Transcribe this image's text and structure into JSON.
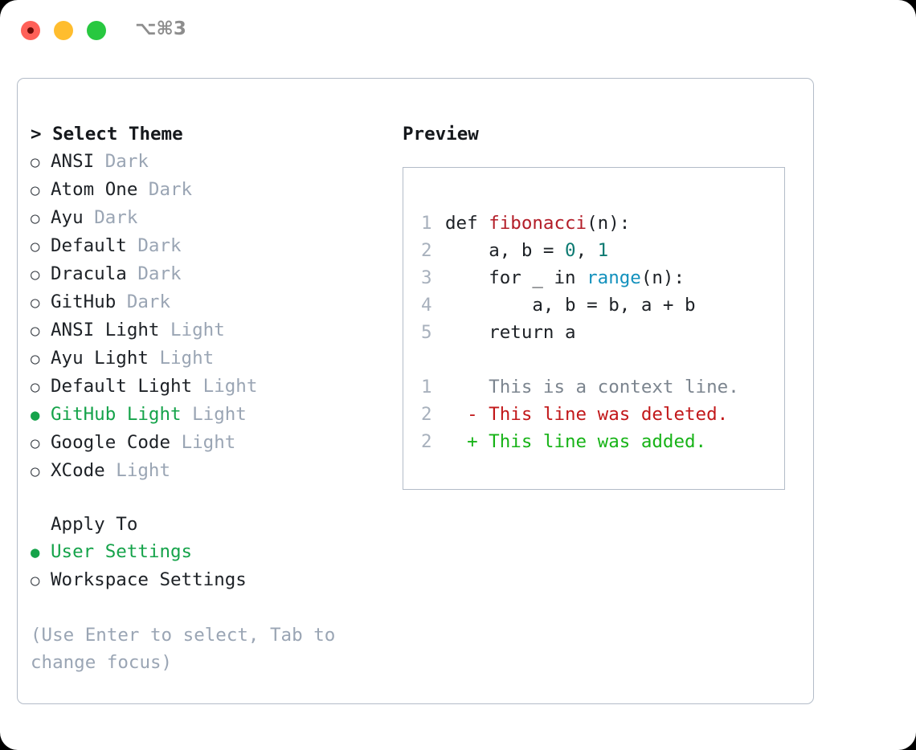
{
  "titlebar": {
    "shortcut": "⌥⌘3",
    "buttons": {
      "close": "close",
      "minimize": "minimize",
      "maximize": "maximize"
    }
  },
  "colors": {
    "selection_green": "#15a34a",
    "muted": "#9aa5b4",
    "border": "#b3bcc8",
    "text": "#1d2126",
    "function": "#b31d28",
    "number": "#0d7a72",
    "call": "#1391bd",
    "diff_context": "#7c858f",
    "diff_deleted": "#c2181a",
    "diff_added": "#17b317"
  },
  "theme_list": {
    "heading": "> Select Theme",
    "marker_selected": "●",
    "marker_unselected": "○",
    "items": [
      {
        "name": "ANSI",
        "variant": "Dark",
        "selected": false
      },
      {
        "name": "Atom One",
        "variant": "Dark",
        "selected": false
      },
      {
        "name": "Ayu",
        "variant": "Dark",
        "selected": false
      },
      {
        "name": "Default",
        "variant": "Dark",
        "selected": false
      },
      {
        "name": "Dracula",
        "variant": "Dark",
        "selected": false
      },
      {
        "name": "GitHub",
        "variant": "Dark",
        "selected": false
      },
      {
        "name": "ANSI Light",
        "variant": "Light",
        "selected": false
      },
      {
        "name": "Ayu Light",
        "variant": "Light",
        "selected": false
      },
      {
        "name": "Default Light",
        "variant": "Light",
        "selected": false
      },
      {
        "name": "GitHub Light",
        "variant": "Light",
        "selected": true
      },
      {
        "name": "Google Code",
        "variant": "Light",
        "selected": false
      },
      {
        "name": "XCode",
        "variant": "Light",
        "selected": false
      }
    ]
  },
  "apply_to": {
    "title": "Apply To",
    "options": [
      {
        "label": "User Settings",
        "selected": true
      },
      {
        "label": "Workspace Settings",
        "selected": false
      }
    ]
  },
  "hint": "(Use Enter to select, Tab to change focus)",
  "preview": {
    "title": "Preview",
    "code_lines": [
      {
        "no": "1",
        "indent": "",
        "tokens": [
          {
            "t": "def ",
            "k": "plain"
          },
          {
            "t": "fibonacci",
            "k": "fn"
          },
          {
            "t": "(n):",
            "k": "plain"
          }
        ]
      },
      {
        "no": "2",
        "indent": "    ",
        "tokens": [
          {
            "t": "a, b = ",
            "k": "plain"
          },
          {
            "t": "0",
            "k": "num"
          },
          {
            "t": ", ",
            "k": "plain"
          },
          {
            "t": "1",
            "k": "num"
          }
        ]
      },
      {
        "no": "3",
        "indent": "    ",
        "tokens": [
          {
            "t": "for _ in ",
            "k": "plain"
          },
          {
            "t": "range",
            "k": "call"
          },
          {
            "t": "(n):",
            "k": "plain"
          }
        ]
      },
      {
        "no": "4",
        "indent": "        ",
        "tokens": [
          {
            "t": "a, b = b, a + b",
            "k": "plain"
          }
        ]
      },
      {
        "no": "5",
        "indent": "    ",
        "tokens": [
          {
            "t": "return a",
            "k": "plain"
          }
        ]
      }
    ],
    "diff_lines": [
      {
        "no": "1",
        "sign": "  ",
        "text": "This is a context line.",
        "kind": "context"
      },
      {
        "no": "2",
        "sign": "- ",
        "text": "This line was deleted.",
        "kind": "deleted"
      },
      {
        "no": "2",
        "sign": "+ ",
        "text": "This line was added.",
        "kind": "added"
      }
    ]
  }
}
